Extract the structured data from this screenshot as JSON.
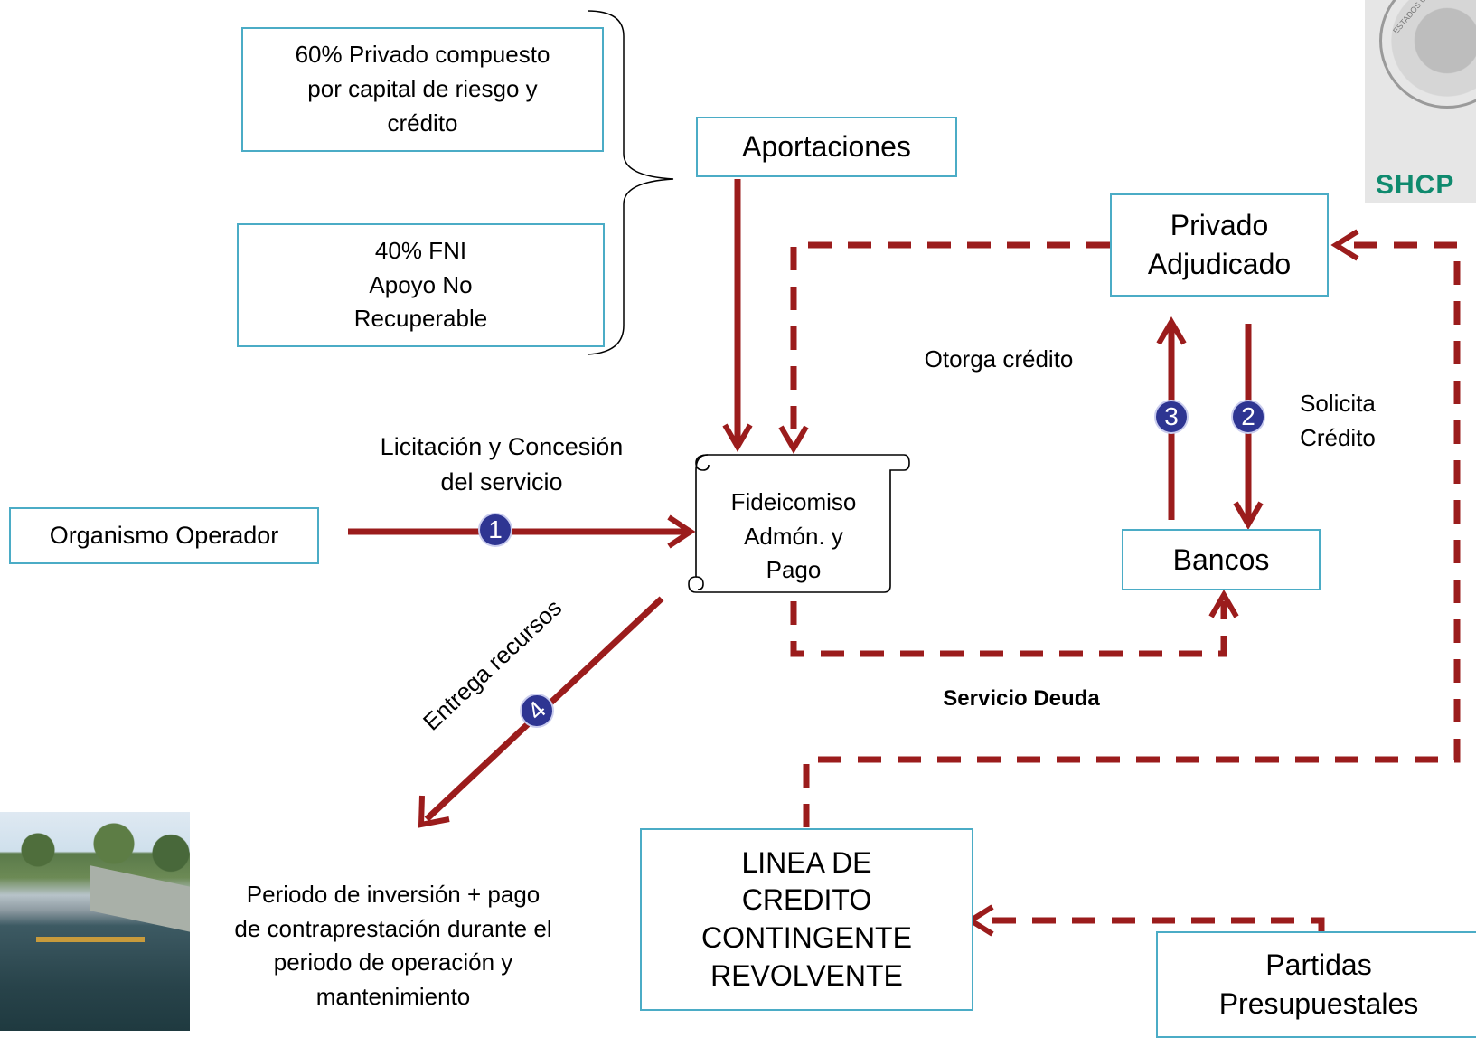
{
  "boxes": {
    "privado_compuesto": "60% Privado compuesto\npor capital de riesgo y\ncrédito",
    "fni": "40%  FNI\nApoyo No\nRecuperable",
    "aportaciones": "Aportaciones",
    "privado_adjudicado": "Privado\nAdjudicado",
    "organismo_operador": "Organismo Operador",
    "fideicomiso": "Fideicomiso\nAdmón. y\nPago",
    "bancos": "Bancos",
    "linea_credito": "LINEA DE\nCREDITO\nCONTINGENTE\nREVOLVENTE",
    "partidas": "Partidas\nPresupuestales"
  },
  "labels": {
    "otorga_credito": "Otorga crédito",
    "solicita_credito": "Solicita\nCrédito",
    "licitacion": "Licitación y Concesión\ndel servicio",
    "entrega_recursos": "Entrega recursos",
    "servicio_deuda": "Servicio Deuda",
    "periodo": "Periodo de inversión + pago\nde contraprestación durante el\nperiodo de operación y\nmantenimiento"
  },
  "badges": {
    "b1": "1",
    "b2": "2",
    "b3": "3",
    "b4": "4"
  },
  "logo": {
    "text": "SHCP",
    "seal_text": "ESTADOS UNIDOS MEXICANOS"
  },
  "colors": {
    "arrow": "#9b1c1c",
    "box_border": "#4bacc6",
    "badge": "#2e3592",
    "logo_green": "#0f8a6e"
  }
}
